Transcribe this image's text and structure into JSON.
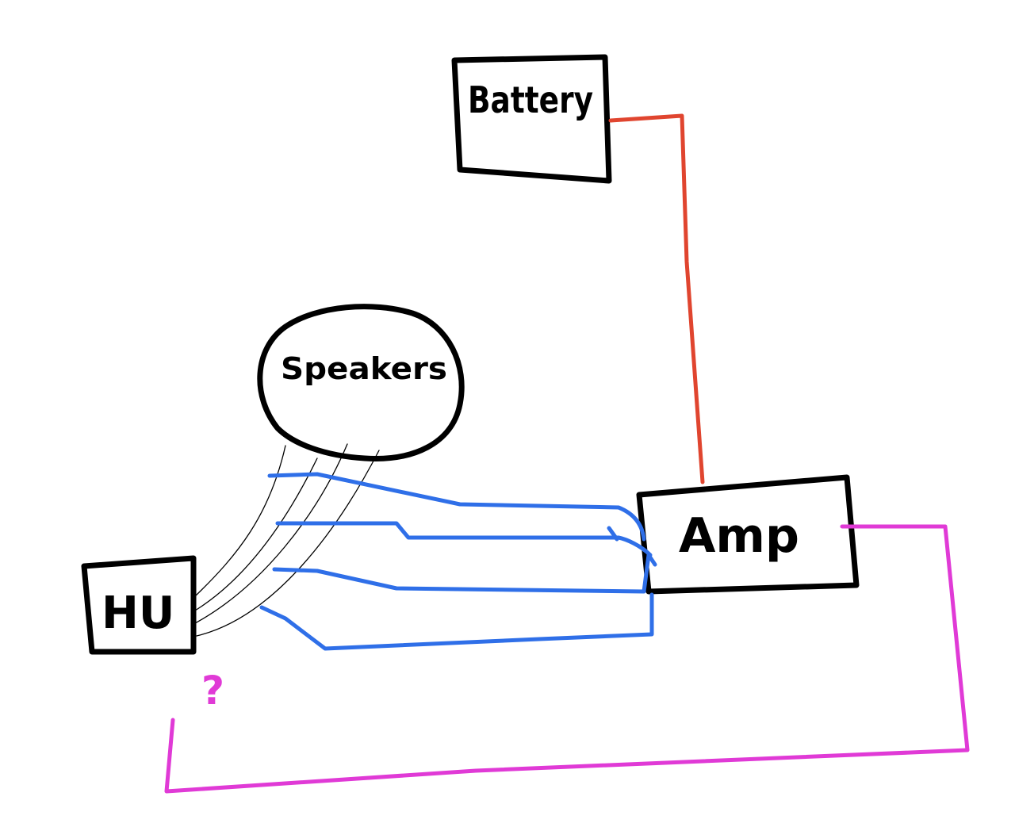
{
  "labels": {
    "battery": "Battery",
    "amp": "Amp",
    "head_unit": "HU",
    "speakers": "Speakers",
    "unknown": "?"
  },
  "colors": {
    "outline": "#000000",
    "power_wire": "#e0452f",
    "signal_wire": "#2f6fe8",
    "remote_wire": "#e03ad6",
    "speaker_wire": "#000000"
  }
}
